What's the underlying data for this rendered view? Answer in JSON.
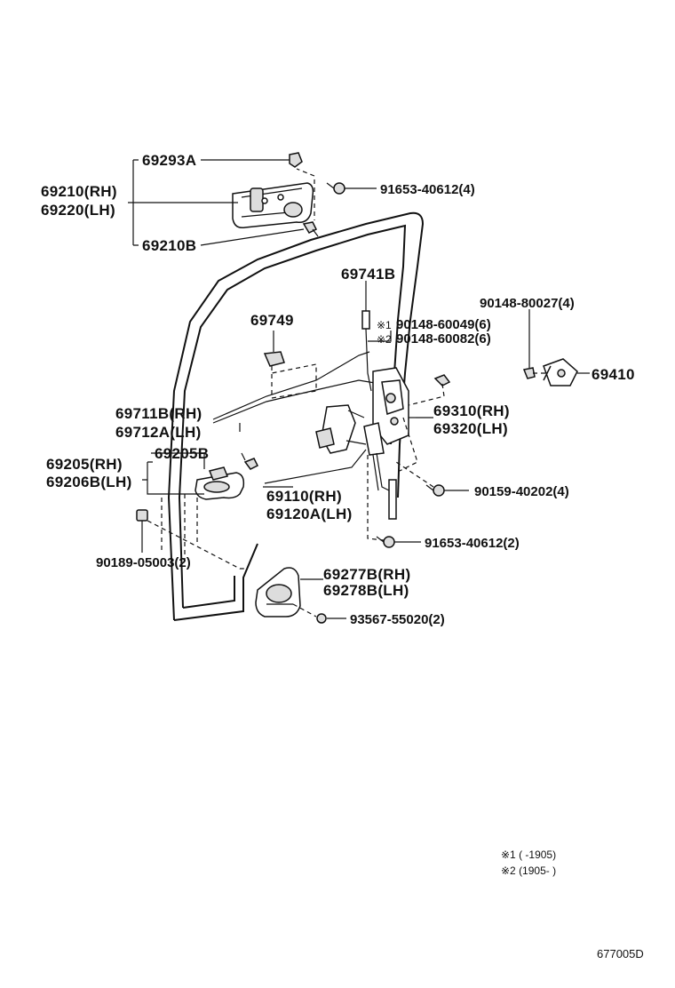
{
  "labels": {
    "p69293A": "69293A",
    "p69210RH": "69210(RH)",
    "p69220LH": "69220(LH)",
    "p69210B": "69210B",
    "p91653_4": "91653-40612(4)",
    "p69741B": "69741B",
    "p69749": "69749",
    "p90148_80027": "90148-80027(4)",
    "p90148_60049": "90148-60049(6)",
    "p90148_60082": "90148-60082(6)",
    "p69410": "69410",
    "p69711B": "69711B(RH)",
    "p69712A": "69712A(LH)",
    "p69310": "69310(RH)",
    "p69320": "69320(LH)",
    "p69205": "69205(RH)",
    "p69206B": "69206B(LH)",
    "p69205B": "69205B",
    "p69110": "69110(RH)",
    "p69120A": "69120A(LH)",
    "p90159": "90159-40202(4)",
    "p90189": "90189-05003(2)",
    "p91653_2": "91653-40612(2)",
    "p69277B": "69277B(RH)",
    "p69278B": "69278B(LH)",
    "p93567": "93567-55020(2)"
  },
  "marks": {
    "m1": "※1",
    "m2": "※2"
  },
  "footnotes": {
    "note1": "※1 (       -1905)",
    "note2": "※2 (1905-       )"
  },
  "diagram_code": "677005D"
}
